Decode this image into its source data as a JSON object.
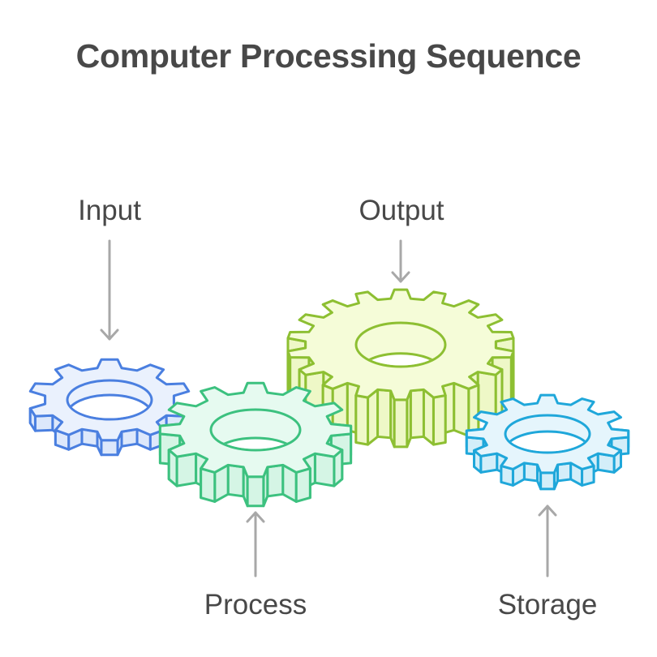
{
  "title": "Computer Processing Sequence",
  "colors": {
    "text": "#484848",
    "arrow": "#a8a8a8"
  },
  "steps": [
    {
      "id": "input",
      "label": "Input",
      "order": 1,
      "gear": {
        "teeth": 10,
        "stroke": "#4a7fe0",
        "fill": "#eaf1fd",
        "side_fill": "#dde8fb"
      },
      "arrow_direction": "down"
    },
    {
      "id": "process",
      "label": "Process",
      "order": 2,
      "gear": {
        "teeth": 12,
        "stroke": "#3cc17f",
        "fill": "#e6faf0",
        "side_fill": "#d5f5e5"
      },
      "arrow_direction": "up"
    },
    {
      "id": "output",
      "label": "Output",
      "order": 3,
      "gear": {
        "teeth": 18,
        "stroke": "#8dbf32",
        "fill": "#f5fcd8",
        "side_fill": "#eef8c7"
      },
      "arrow_direction": "down"
    },
    {
      "id": "storage",
      "label": "Storage",
      "order": 4,
      "gear": {
        "teeth": 12,
        "stroke": "#1fa7da",
        "fill": "#e5f5fc",
        "side_fill": "#d3eef9"
      },
      "arrow_direction": "up"
    }
  ]
}
